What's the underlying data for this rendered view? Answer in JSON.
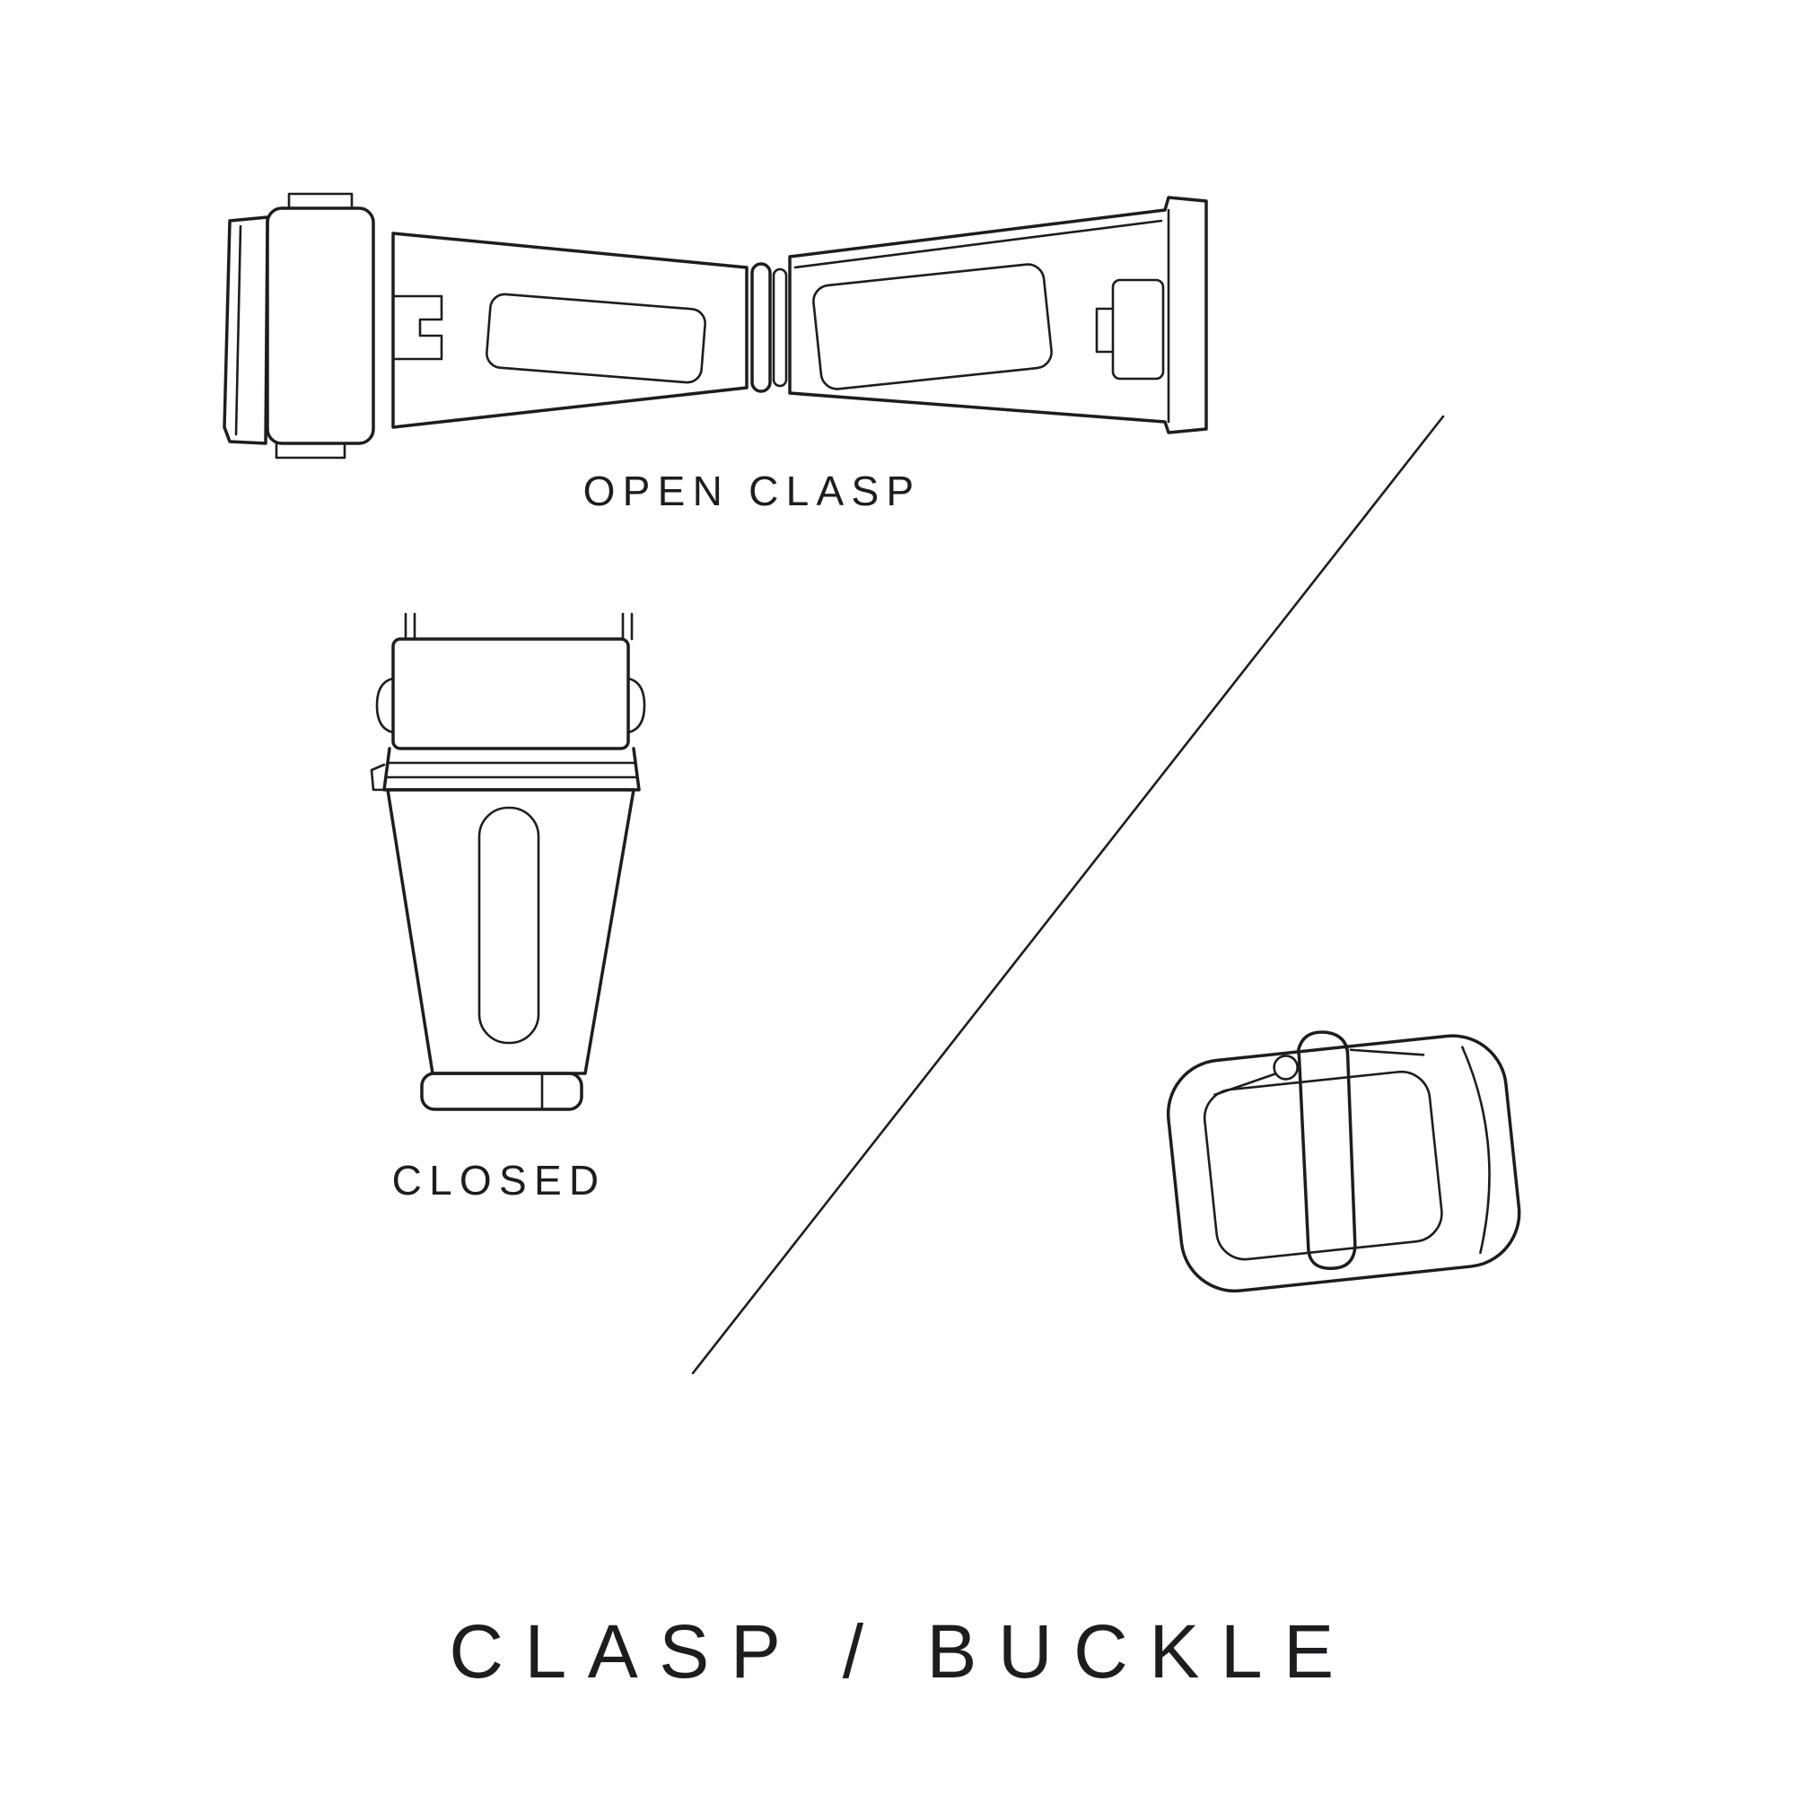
{
  "page": {
    "background_color": "#ffffff",
    "ink_color": "#1d1d1f",
    "title": "CLASP / BUCKLE"
  },
  "figures": {
    "open_clasp": {
      "caption": "OPEN CLASP"
    },
    "closed_clasp": {
      "caption": "CLOSED"
    },
    "buckle": {
      "caption": ""
    }
  }
}
